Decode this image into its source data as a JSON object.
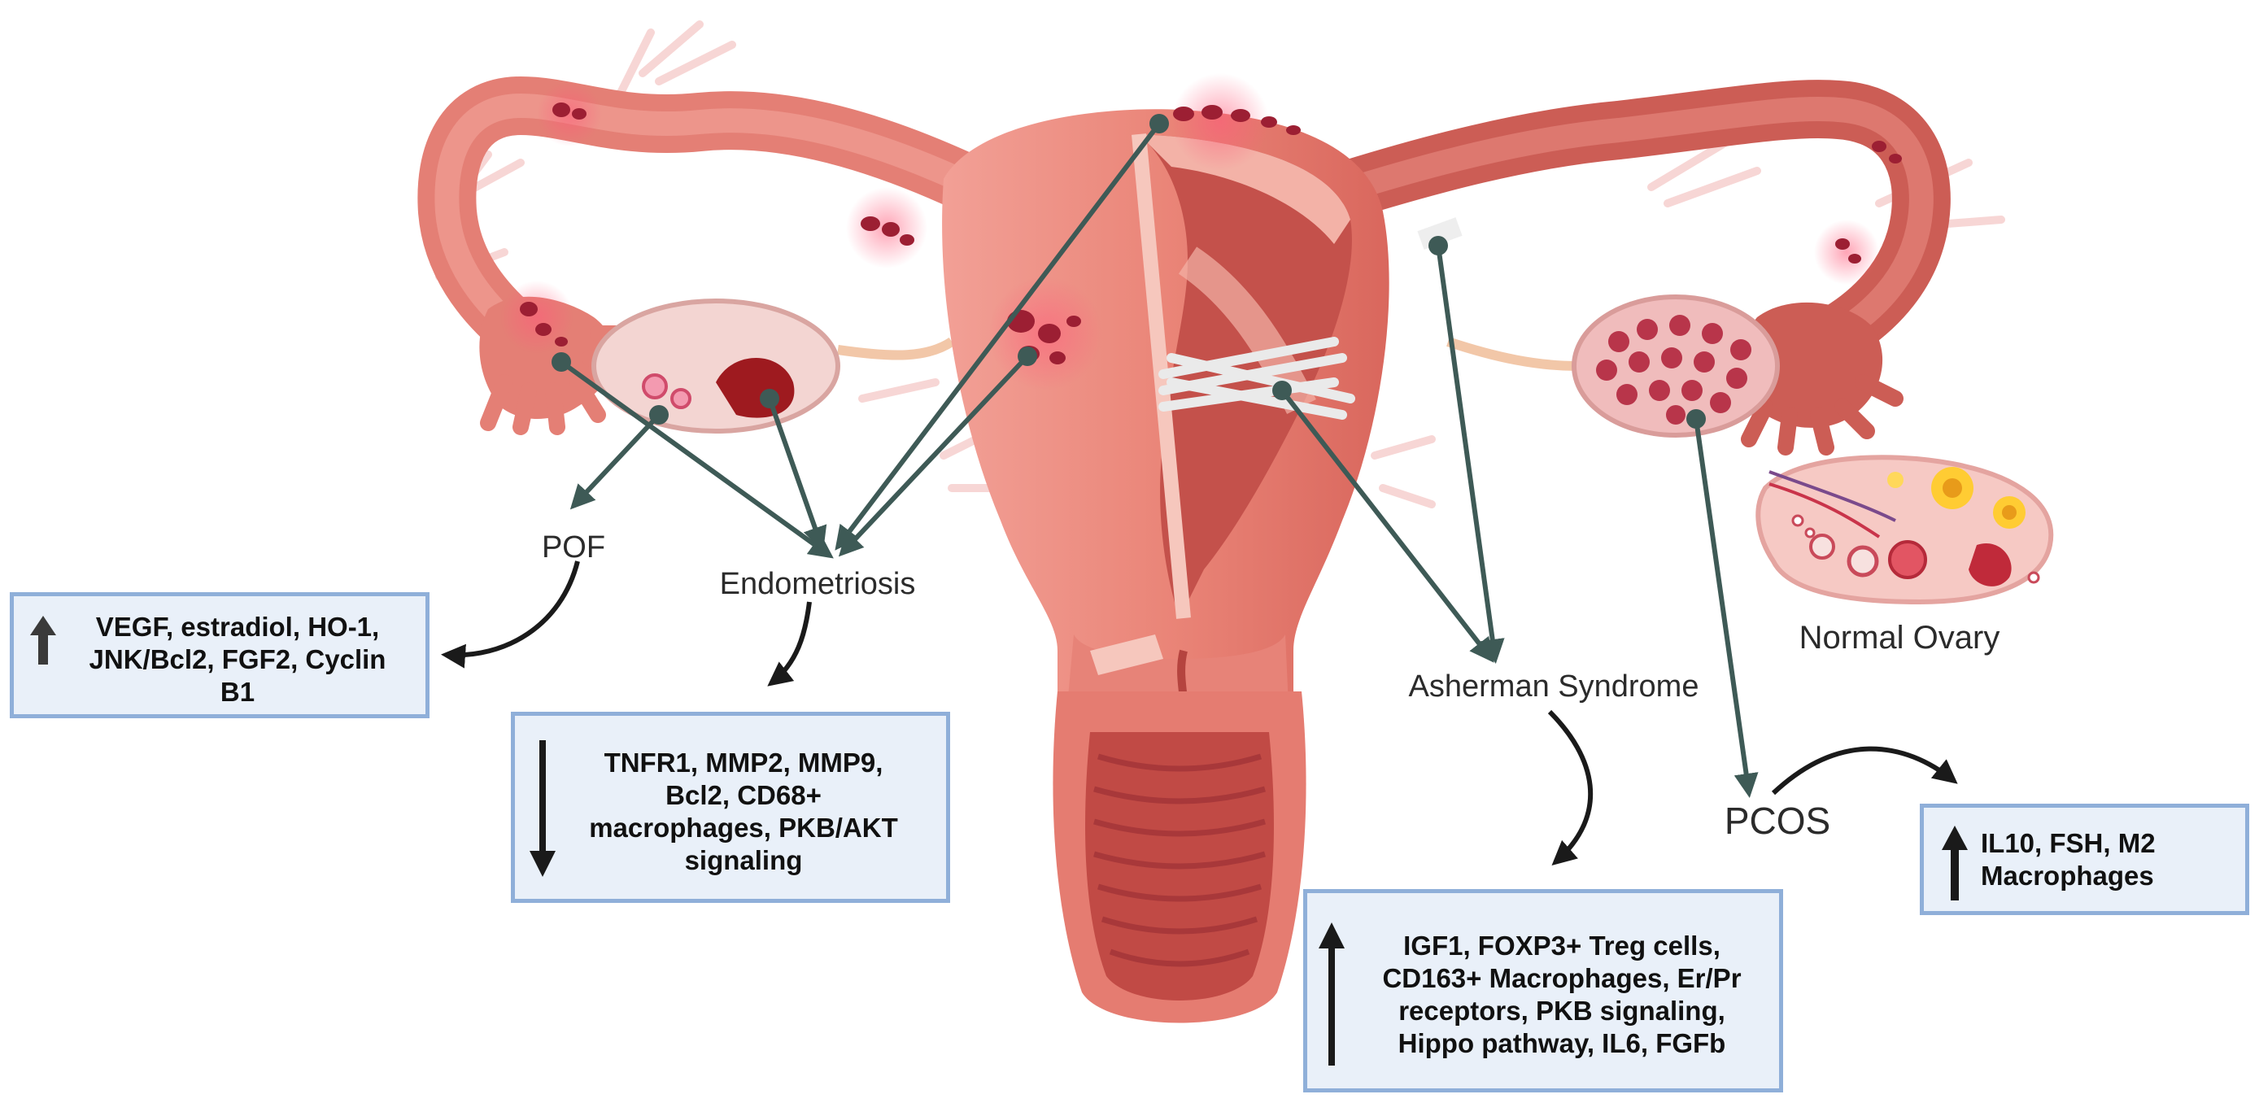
{
  "labels": {
    "pof": "POF",
    "endometriosis": "Endometriosis",
    "asherman": "Asherman Syndrome",
    "pcos": "PCOS",
    "normal_ovary": "Normal Ovary"
  },
  "boxes": {
    "pof": {
      "direction": "up",
      "lines": [
        "VEGF, estradiol, HO-1,",
        "JNK/Bcl2, FGF2, Cyclin",
        "B1"
      ]
    },
    "endometriosis": {
      "direction": "down",
      "lines": [
        "TNFR1, MMP2, MMP9,",
        "Bcl2, CD68+",
        "macrophages, PKB/AKT",
        "signaling"
      ]
    },
    "asherman": {
      "direction": "up",
      "lines": [
        "IGF1, FOXP3+ Treg cells,",
        "CD163+ Macrophages, Er/Pr",
        "receptors, PKB signaling,",
        "Hippo pathway, IL6, FGFb"
      ]
    },
    "pcos": {
      "direction": "up",
      "lines": [
        "IL10, FSH, M2",
        "Macrophages"
      ]
    }
  },
  "colors": {
    "pointer": "#3e5a56",
    "box_fill": "#e9f0f9",
    "box_border": "#8fafd9",
    "tissue": "#ec8a80",
    "tissue_dark": "#c9584f",
    "lesion": "#9c1f33"
  }
}
